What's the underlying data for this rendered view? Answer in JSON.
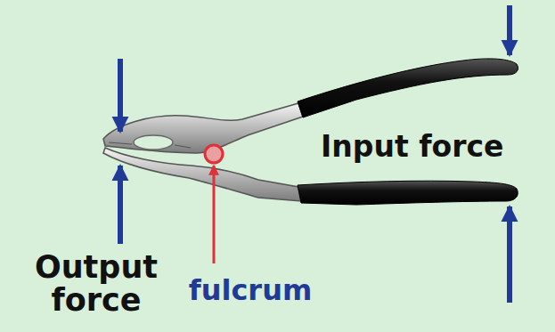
{
  "diagram": {
    "labels": [
      "Output force",
      "fulcrum",
      "Input force"
    ]
  }
}
